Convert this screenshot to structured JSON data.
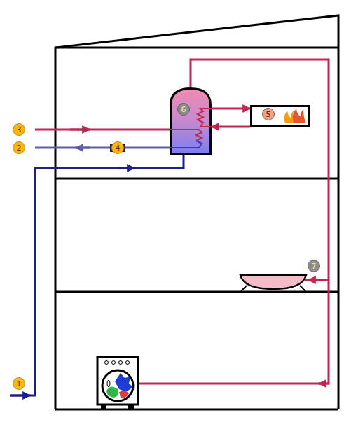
{
  "diagram": {
    "nodes": [
      {
        "text": [
          "6"
        ]
      },
      {
        "text": [
          "5"
        ]
      }
    ],
    "edges": [
      {
        "from": 0,
        "to": 1,
        "arrow": "to"
      },
      {
        "from": 1,
        "to": 0,
        "arrow": "to"
      }
    ],
    "labels": [
      "3",
      "2",
      "4",
      "1",
      "7"
    ]
  }
}
